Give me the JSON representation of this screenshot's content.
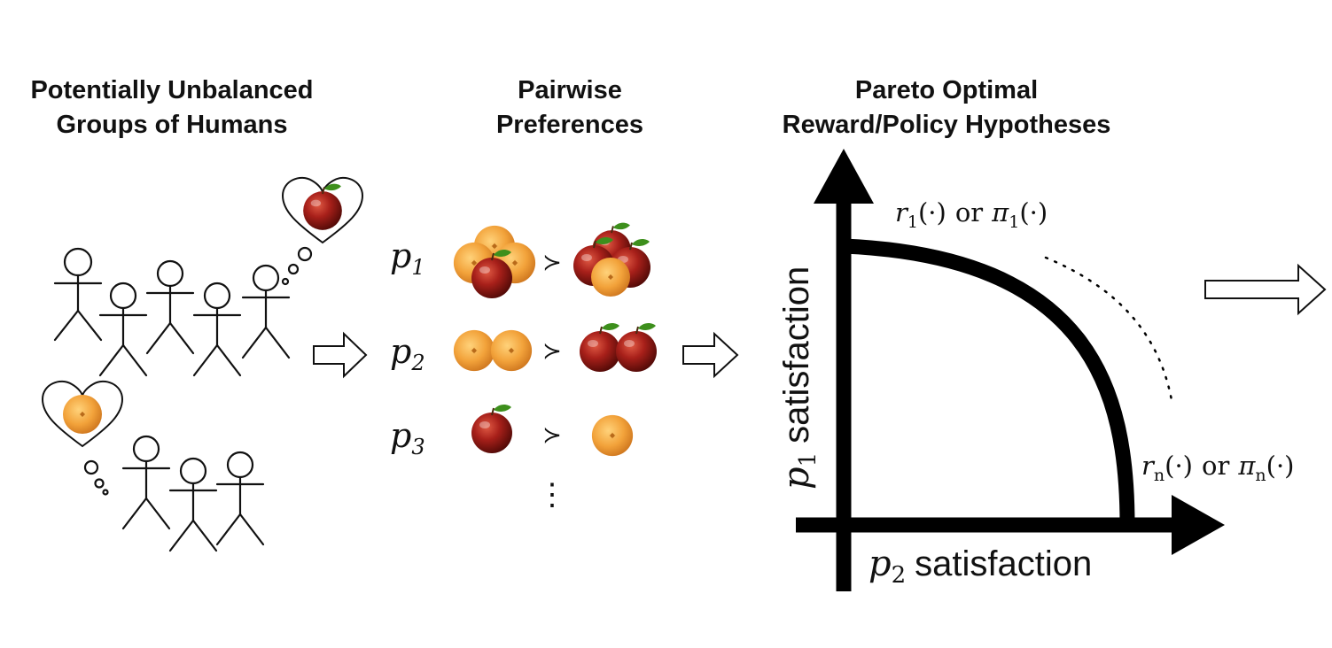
{
  "titles": {
    "groups_line1": "Potentially Unbalanced",
    "groups_line2": "Groups of Humans",
    "prefs_line1": "Pairwise",
    "prefs_line2": "Preferences",
    "pareto_line1": "Pareto Optimal",
    "pareto_line2": "Reward/Policy Hypotheses"
  },
  "preferences": [
    {
      "label": "p",
      "sub": "1",
      "relation": "≻"
    },
    {
      "label": "p",
      "sub": "2",
      "relation": "≻"
    },
    {
      "label": "p",
      "sub": "3",
      "relation": "≻"
    }
  ],
  "continuation": "⋮",
  "axes": {
    "y_var": "p",
    "y_sub": "1",
    "y_text": "satisfaction",
    "x_var": "p",
    "x_sub": "2",
    "x_text": "satisfaction"
  },
  "hypotheses": {
    "first": {
      "r": "r",
      "r_sub": "1",
      "arg": "(·)",
      "or": "or",
      "pi": "π",
      "pi_sub": "1"
    },
    "last": {
      "r": "r",
      "r_sub": "n",
      "arg": "(·)",
      "or": "or",
      "pi": "π",
      "pi_sub": "n"
    }
  },
  "colors": {
    "apple_red": "#9a1a12",
    "orange": "#f0a030",
    "leaf_green": "#3d8f1c",
    "ink": "#111111"
  }
}
